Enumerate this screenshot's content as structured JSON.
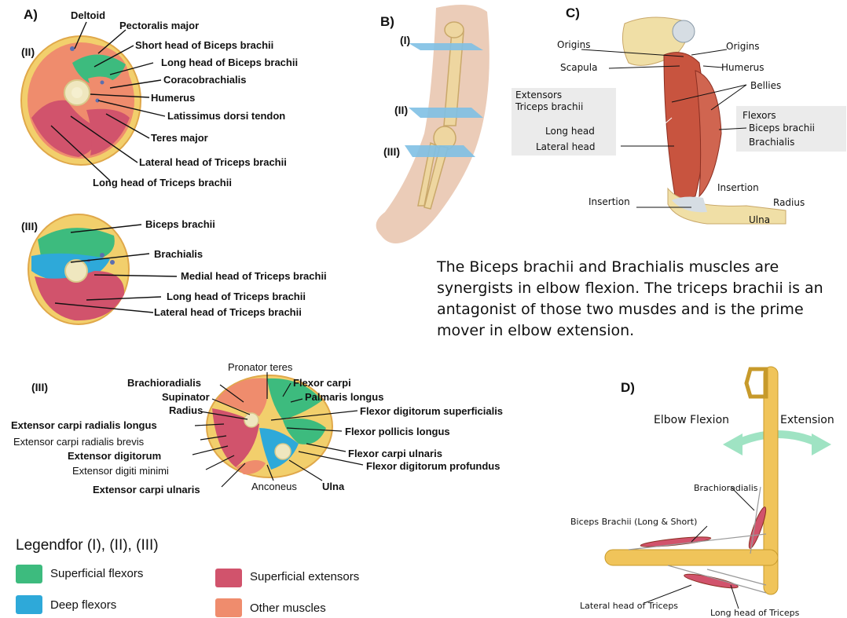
{
  "panel_letters": {
    "a": "A)",
    "b": "B)",
    "c": "C)",
    "d": "D)"
  },
  "sections": {
    "i": "(I)",
    "ii": "(II)",
    "iii": "(III)"
  },
  "section_I_labels": {
    "deltoid": "Deltoid",
    "pectoralis": "Pectoralis major",
    "short_biceps": "Short head of Biceps brachii",
    "long_biceps": "Long head of Biceps brachii",
    "coraco": "Coracobrachialis",
    "humerus": "Humerus",
    "latissimus": "Latissimus dorsi tendon",
    "teres": "Teres major",
    "lat_triceps": "Lateral head of Triceps brachii",
    "long_triceps": "Long head of Triceps brachii"
  },
  "section_II_labels": {
    "biceps": "Biceps brachii",
    "brachialis": "Brachialis",
    "medial_triceps": "Medial head of Triceps brachii",
    "long_triceps": "Long head of Triceps brachii",
    "lat_triceps": "Lateral head of Triceps brachii"
  },
  "section_III_labels": {
    "pronator": "Pronator teres",
    "brachioradialis": "Brachioradialis",
    "flexor_carpi": "Flexor carpi",
    "supinator": "Supinator",
    "palmaris": "Palmaris longus",
    "radius": "Radius",
    "fds": "Flexor digitorum superficialis",
    "ecrl": "Extensor carpi radialis longus",
    "fpl": "Flexor pollicis longus",
    "ecrb": "Extensor carpi radialis brevis",
    "fcu": "Flexor carpi ulnaris",
    "ed": "Extensor digitorum",
    "fdp": "Flexor digitorum profundus",
    "edm": "Extensor digiti minimi",
    "ecu": "Extensor carpi ulnaris",
    "anconeus": "Anconeus",
    "ulna": "Ulna"
  },
  "panel_C_labels": {
    "origins_left": "Origins",
    "origins_right": "Origins",
    "scapula": "Scapula",
    "humerus": "Humerus",
    "bellies": "Bellies",
    "extensors": "Extensors",
    "triceps": "Triceps brachii",
    "long_head": "Long head",
    "lateral_head": "Lateral head",
    "flexors": "Flexors",
    "biceps": "Biceps brachii",
    "brachialis": "Brachialis",
    "insertion_right": "Insertion",
    "insertion_left": "Insertion",
    "radius": "Radius",
    "ulna": "Ulna"
  },
  "caption": "The Biceps brachii and Brachialis muscles are synergists in elbow flexion. The triceps brachii is an antagonist of those two musdes and is the prime mover in elbow extension.",
  "panel_D_labels": {
    "flexion": "Elbow Flexion",
    "extension": "Extension",
    "brachioradialis": "Brachioradialis",
    "biceps": "Biceps Brachii (Long & Short)",
    "lat_triceps": "Lateral head of Triceps",
    "long_triceps": "Long head of Triceps"
  },
  "legend": {
    "title": "Legendfor (I), (II), (III)",
    "items": [
      {
        "label": "Superficial flexors",
        "color": "#3dbb7e"
      },
      {
        "label": "Deep flexors",
        "color": "#2ea9d9"
      },
      {
        "label": "Superficial extensors",
        "color": "#d1536c"
      },
      {
        "label": "Other muscles",
        "color": "#ef8c6d"
      }
    ]
  },
  "colors": {
    "fat": "#f2cf6c",
    "fat_edge": "#e0a84a",
    "bone": "#efe7bf",
    "orange": "#ef8c6d",
    "green": "#3dbb7e",
    "blue": "#2ea9d9",
    "red": "#d1536c",
    "muscle_c": "#c8543f",
    "band": "#7fc0e4",
    "rod": "#f0c45a",
    "arrow": "#9fe3c3"
  }
}
